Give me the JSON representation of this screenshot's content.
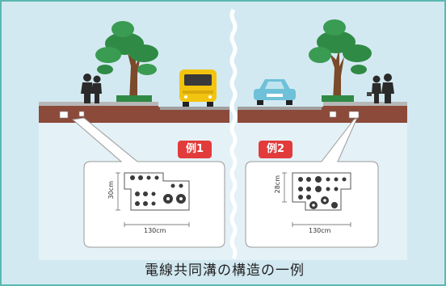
{
  "diagram": {
    "caption": "電線共同溝の構造の一例",
    "examples": [
      {
        "badge": "例1",
        "height_label": "30cm",
        "width_label": "130cm"
      },
      {
        "badge": "例2",
        "height_label": "28cm",
        "width_label": "130cm"
      }
    ]
  },
  "colors": {
    "frame_border": "#5bb8b0",
    "sky": "#d3e9f1",
    "ground": "#8c4a3a",
    "sidewalk": "#b7b7b7",
    "badge": "#e23b3b",
    "tree_leaves": "#2f8a45",
    "bus": "#f2c40f",
    "car": "#6ec1d8"
  }
}
